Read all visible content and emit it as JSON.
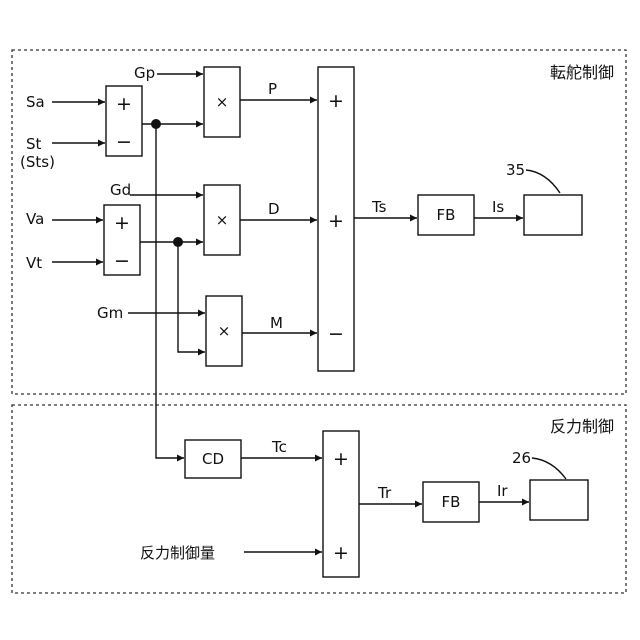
{
  "regions": {
    "steering_title": "転舵制御",
    "reaction_title": "反力制御"
  },
  "inputs": {
    "sa": "Sa",
    "st": "St",
    "sts": "(Sts)",
    "va": "Va",
    "vt": "Vt",
    "gp": "Gp",
    "gd": "Gd",
    "gm": "Gm",
    "reaction_amount": "反力制御量"
  },
  "signals": {
    "p": "P",
    "d": "D",
    "m": "M",
    "ts": "Ts",
    "is": "Is",
    "tc": "Tc",
    "tr": "Tr",
    "ir": "Ir"
  },
  "blocks": {
    "plus": "+",
    "minus": "−",
    "multiply": "×",
    "fb": "FB",
    "cd": "CD"
  },
  "refs": {
    "steering_actuator": "35",
    "reaction_actuator": "26"
  }
}
